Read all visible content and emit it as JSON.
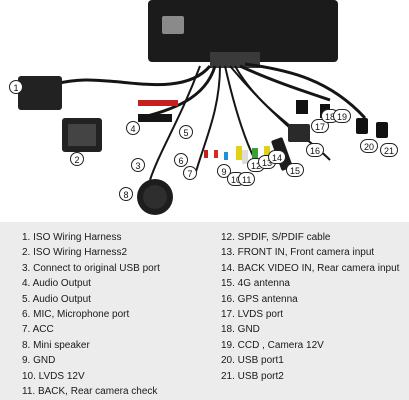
{
  "photo": {
    "labels": [
      "1",
      "2",
      "3",
      "4",
      "5",
      "6",
      "7",
      "8",
      "9",
      "10",
      "11",
      "12",
      "13",
      "14",
      "15",
      "16",
      "17",
      "18",
      "19",
      "20",
      "21"
    ]
  },
  "legend": {
    "left": [
      "1. ISO Wiring Harness",
      "2. ISO Wiring Harness2",
      "3. Connect to original USB port",
      "4. Audio Output",
      "5. Audio Output",
      "6. MIC, Microphone port",
      "7. ACC",
      "8. Mini speaker",
      "9. GND",
      "10. LVDS 12V",
      "11. BACK, Rear camera check"
    ],
    "right": [
      "12. SPDIF, S/PDIF cable",
      "13. FRONT IN, Front camera input",
      "14. BACK VIDEO IN, Rear camera input",
      "15. 4G antenna",
      "16. GPS antenna",
      "17. LVDS port",
      "18. GND",
      "19. CCD , Camera 12V",
      "20. USB port1",
      "21. USB port2"
    ]
  }
}
